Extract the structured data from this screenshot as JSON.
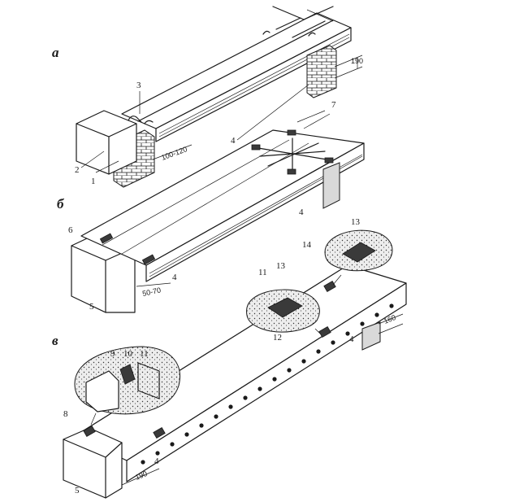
{
  "sections": {
    "a": "а",
    "b": "б",
    "v": "в"
  },
  "labels": {
    "l1": "1",
    "l2": "2",
    "l3": "3",
    "l4a": "4",
    "l4b": "4",
    "l4c": "4",
    "l4d": "4",
    "l4e": "4",
    "l5a": "5",
    "l5b": "5",
    "l6": "6",
    "l7": "7",
    "l8": "8",
    "l9": "9",
    "l10": "10",
    "l11a": "11",
    "l11b": "11",
    "l12": "12",
    "l13a": "13",
    "l13b": "13",
    "l14": "14"
  },
  "dimensions": {
    "d190": "190",
    "d100_120": "100-120",
    "d50_70": "50-70",
    "d160": "160",
    "d190b": "190"
  }
}
